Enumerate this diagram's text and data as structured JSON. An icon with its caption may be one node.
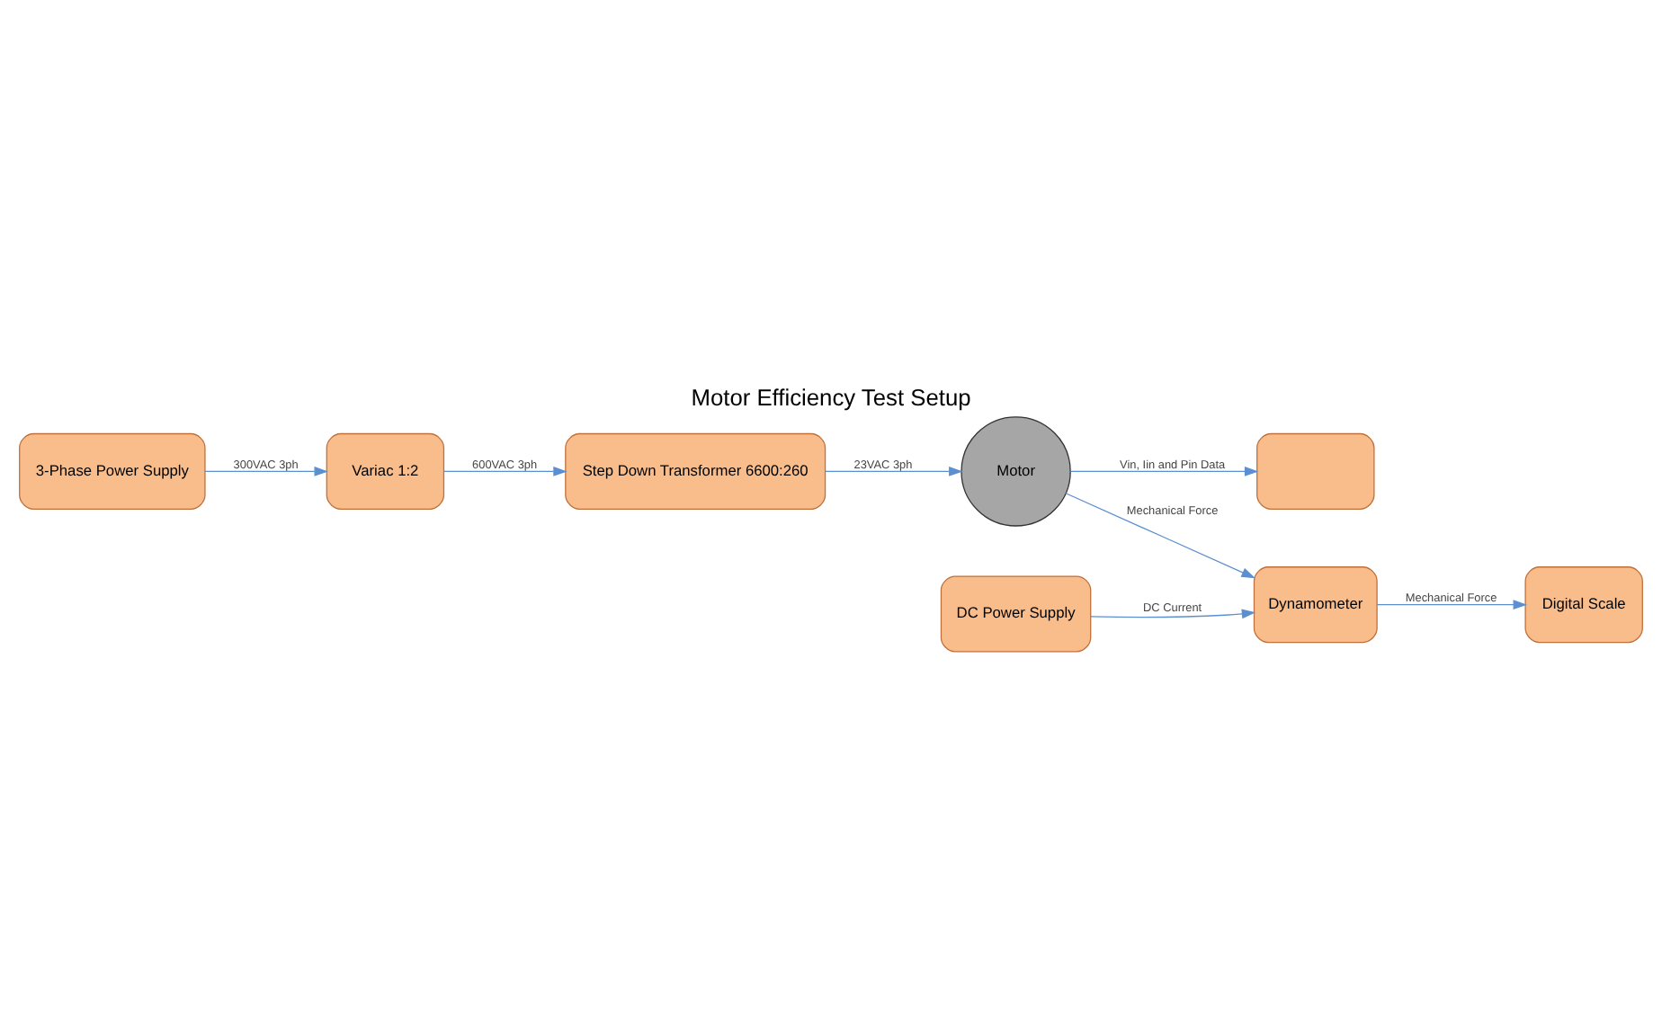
{
  "diagram": {
    "title": "Motor Efficiency Test Setup",
    "nodes": [
      {
        "text": [
          "3-Phase Power Supply"
        ]
      },
      {
        "text": [
          "Variac 1:2"
        ]
      },
      {
        "text": [
          "Step Down Transformer 6600:260"
        ]
      },
      {
        "text": [
          "Motor"
        ]
      },
      {
        "text": [],
        "shape": "box"
      },
      {
        "text": [
          "Dynamometer"
        ]
      },
      {
        "text": [
          "Digital Scale"
        ]
      },
      {
        "text": [
          "DC Power Supply"
        ]
      }
    ],
    "edges": [
      {
        "from": 0,
        "to": 1,
        "arrow": "to",
        "label": "300VAC 3ph"
      },
      {
        "from": 1,
        "to": 2,
        "arrow": "to",
        "label": "600VAC 3ph"
      },
      {
        "from": 2,
        "to": 3,
        "arrow": "to",
        "label": "23VAC 3ph"
      },
      {
        "from": 3,
        "to": 4,
        "arrow": "to",
        "label": "Vin, Iin and Pin Data"
      },
      {
        "from": 3,
        "to": 5,
        "arrow": "to",
        "label": "Mechanical Force"
      },
      {
        "from": 5,
        "to": 6,
        "arrow": "to",
        "label": "Mechanical Force"
      },
      {
        "from": 7,
        "to": 5,
        "arrow": "to",
        "label": "DC Current"
      }
    ]
  }
}
